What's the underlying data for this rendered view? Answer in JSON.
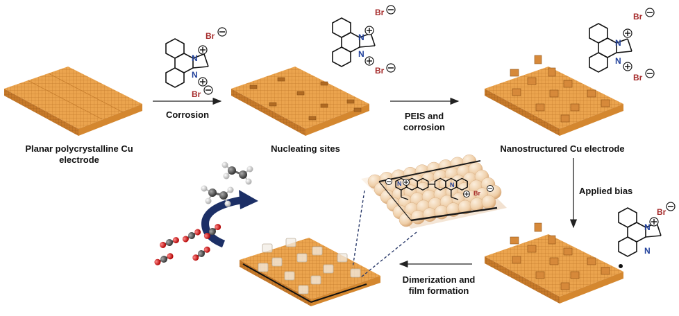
{
  "labels": {
    "planar": "Planar polycrystalline Cu electrode",
    "nucleating": "Nucleating sites",
    "nanostructured": "Nanostructured Cu electrode"
  },
  "steps": {
    "corrosion": "Corrosion",
    "peis_line1": "PEIS and",
    "peis_line2": "corrosion",
    "bias": "Applied bias",
    "dimer_line1": "Dimerization and",
    "dimer_line2": "film formation"
  },
  "chem": {
    "br": "Br",
    "n": "N",
    "plus": "+",
    "minus": "−"
  },
  "colors": {
    "copper": "#e9a04a",
    "copper_dark": "#b86d22",
    "copper_light": "#f6c880",
    "bromide": "#a52a2a",
    "nitrogen": "#1f3f9a",
    "curved_arrow": "#1c2f66",
    "sphere": "#f2d3b0",
    "oxygen": "#d22020",
    "carbon": "#555555"
  }
}
